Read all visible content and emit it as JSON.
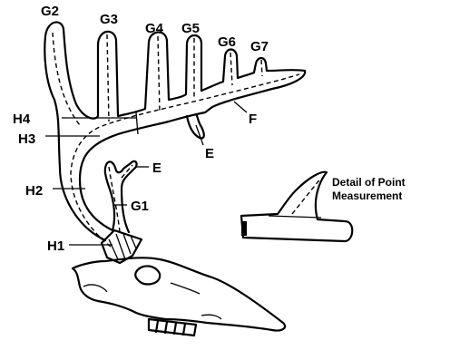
{
  "labels": {
    "g2": "G2",
    "g3": "G3",
    "g4": "G4",
    "g5": "G5",
    "g6": "G6",
    "g7": "G7",
    "h1": "H1",
    "h2": "H2",
    "h3": "H3",
    "h4": "H4",
    "e_brow": "E",
    "e_lower": "E",
    "f": "F",
    "g1": "G1"
  },
  "detail": {
    "line1": "Detail of Point",
    "line2": "Measurement"
  }
}
